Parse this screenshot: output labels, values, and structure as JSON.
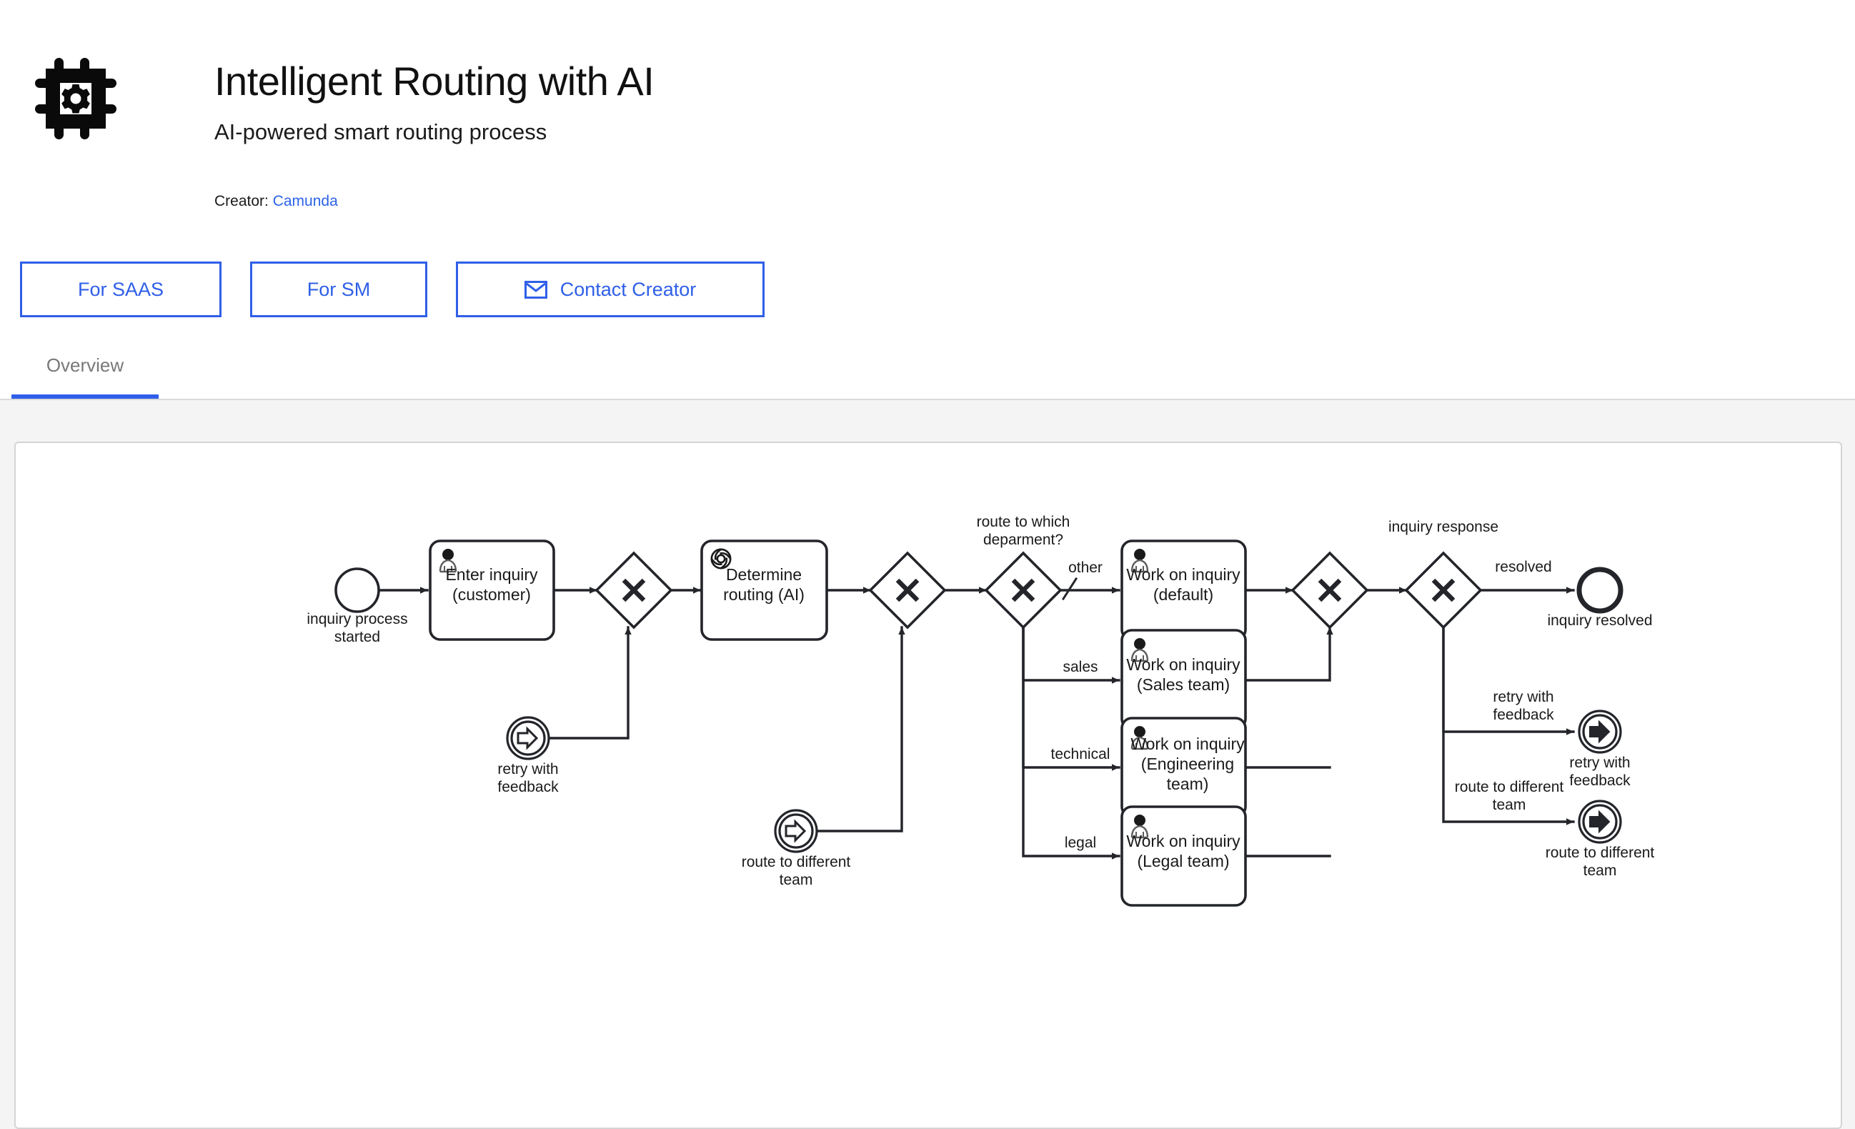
{
  "header": {
    "logo_icon": "ai-chip-icon",
    "title": "Intelligent Routing with AI",
    "subtitle": "AI-powered smart routing process",
    "creator_prefix": "Creator:",
    "creator_name": "Camunda",
    "link_color": "#2b63e8"
  },
  "buttons": [
    {
      "label": "For SAAS",
      "icon": null,
      "name": "for-saas-button"
    },
    {
      "label": "For SM",
      "icon": null,
      "name": "for-sm-button"
    },
    {
      "label": "Contact Creator",
      "icon": "mail-icon",
      "name": "contact-creator-button"
    }
  ],
  "tabs": [
    {
      "label": "Overview",
      "active": true
    }
  ],
  "colors": {
    "accent": "#2f5fe8",
    "page_bg": "#f4f4f4",
    "card_bg": "#ffffff",
    "stroke": "#23252a",
    "tab_text": "#787878"
  },
  "diagram": {
    "type": "bpmn",
    "events": [
      {
        "id": "start",
        "kind": "start-event",
        "label": "inquiry process\nstarted",
        "label_line1": "inquiry process",
        "label_line2": "started"
      },
      {
        "id": "retry-esc-left",
        "kind": "escalation-event",
        "label_line1": "retry with",
        "label_line2": "feedback"
      },
      {
        "id": "route-esc-left",
        "kind": "escalation-event",
        "label_line1": "route to different",
        "label_line2": "team"
      },
      {
        "id": "end-resolved",
        "kind": "end-event",
        "label_line1": "inquiry resolved",
        "label_line2": ""
      },
      {
        "id": "retry-esc-right",
        "kind": "escalation-end-event",
        "label_line1": "retry with",
        "label_line2": "feedback"
      },
      {
        "id": "route-esc-right",
        "kind": "escalation-end-event",
        "label_line1": "route to different",
        "label_line2": "team"
      }
    ],
    "tasks": [
      {
        "id": "enter-inquiry",
        "icon": "user-task-icon",
        "line1": "Enter inquiry",
        "line2": "(customer)",
        "line3": ""
      },
      {
        "id": "determine-routing",
        "icon": "openai-icon",
        "line1": "Determine",
        "line2": "routing (AI)",
        "line3": ""
      },
      {
        "id": "work-default",
        "icon": "user-task-icon",
        "line1": "Work on inquiry",
        "line2": "(default)",
        "line3": ""
      },
      {
        "id": "work-sales",
        "icon": "user-task-icon",
        "line1": "Work on inquiry",
        "line2": "(Sales team)",
        "line3": ""
      },
      {
        "id": "work-engineering",
        "icon": "user-task-icon",
        "line1": "Work on inquiry",
        "line2": "(Engineering",
        "line3": "team)"
      },
      {
        "id": "work-legal",
        "icon": "user-task-icon",
        "line1": "Work on inquiry",
        "line2": "(Legal team)",
        "line3": ""
      }
    ],
    "gateways": [
      {
        "id": "gw-1",
        "kind": "exclusive-gateway",
        "symbol": "X",
        "label": ""
      },
      {
        "id": "gw-2",
        "kind": "exclusive-gateway",
        "symbol": "X",
        "label": ""
      },
      {
        "id": "gw-route",
        "kind": "exclusive-gateway",
        "symbol": "X",
        "label_line1": "route to which",
        "label_line2": "deparment?"
      },
      {
        "id": "gw-join",
        "kind": "exclusive-gateway",
        "symbol": "X",
        "label": ""
      },
      {
        "id": "gw-response",
        "kind": "exclusive-gateway",
        "symbol": "X",
        "label_line1": "inquiry response",
        "label_line2": ""
      }
    ],
    "flow_labels": [
      {
        "id": "lbl-other",
        "text": "other",
        "default_flow": true
      },
      {
        "id": "lbl-sales",
        "text": "sales"
      },
      {
        "id": "lbl-technical",
        "text": "technical"
      },
      {
        "id": "lbl-legal",
        "text": "legal"
      },
      {
        "id": "lbl-resolved",
        "text": "resolved"
      },
      {
        "id": "lbl-retry-feedback-1",
        "text": "retry with"
      },
      {
        "id": "lbl-retry-feedback-2",
        "text": "feedback"
      },
      {
        "id": "lbl-route-team-1",
        "text": "route to different"
      },
      {
        "id": "lbl-route-team-2",
        "text": "team"
      }
    ]
  }
}
